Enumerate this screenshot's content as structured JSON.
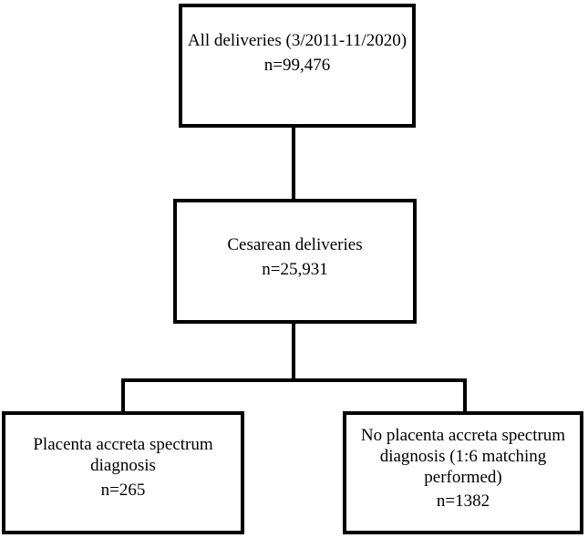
{
  "flowchart": {
    "boxes": [
      {
        "label": [
          "All deliveries (3/2011-11/2020)"
        ],
        "n": "n=99,476"
      },
      {
        "label": [
          "Cesarean deliveries"
        ],
        "n": "n=25,931"
      },
      {
        "label": [
          "Placenta accreta spectrum",
          "diagnosis"
        ],
        "n": "n=265"
      },
      {
        "label": [
          "No placenta accreta spectrum",
          "diagnosis (1:6 matching",
          "performed)"
        ],
        "n": "n=1382"
      }
    ],
    "colors": {
      "border": "#000000",
      "background": "#ffffff",
      "text": "#000000"
    }
  }
}
